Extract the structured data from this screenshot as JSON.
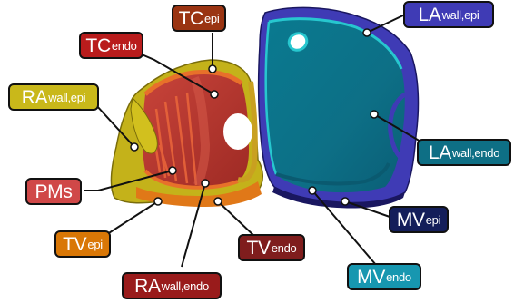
{
  "labels": {
    "tc_epi": {
      "main": "TC",
      "sub": "epi",
      "color": "#9a3412",
      "text_color": "#ffffff"
    },
    "tc_endo": {
      "main": "TC",
      "sub": "endo",
      "color": "#b91c1c",
      "text_color": "#ffffff"
    },
    "ra_wall_epi": {
      "main": "RA",
      "sub": "wall,epi",
      "color": "#c9b81a",
      "text_color": "#ffffff"
    },
    "pms": {
      "main": "PMs",
      "sub": "",
      "color": "#d04848",
      "text_color": "#ffffff"
    },
    "tv_epi": {
      "main": "TV",
      "sub": "epi",
      "color": "#d97706",
      "text_color": "#ffffff"
    },
    "ra_wall_endo": {
      "main": "RA",
      "sub": "wall,endo",
      "color": "#991b1b",
      "text_color": "#ffffff"
    },
    "tv_endo": {
      "main": "TV",
      "sub": "endo",
      "color": "#7f1d1d",
      "text_color": "#ffffff"
    },
    "la_wall_epi": {
      "main": "LA",
      "sub": "wall,epi",
      "color": "#3f3bb5",
      "text_color": "#ffffff"
    },
    "la_wall_endo": {
      "main": "LA",
      "sub": "wall,endo",
      "color": "#0e6f85",
      "text_color": "#ffffff"
    },
    "mv_epi": {
      "main": "MV",
      "sub": "epi",
      "color": "#141e5a",
      "text_color": "#ffffff"
    },
    "mv_endo": {
      "main": "MV",
      "sub": "endo",
      "color": "#1797b0",
      "text_color": "#ffffff"
    }
  },
  "palette": {
    "ra_epi": "#c9b81a",
    "ra_endo": "#b83a30",
    "trabeculae": "#e8643a",
    "tv_ring": "#e07818",
    "la_epi": "#3f3bb5",
    "la_endo": "#0f7e93",
    "la_rim": "#26c1c9"
  }
}
